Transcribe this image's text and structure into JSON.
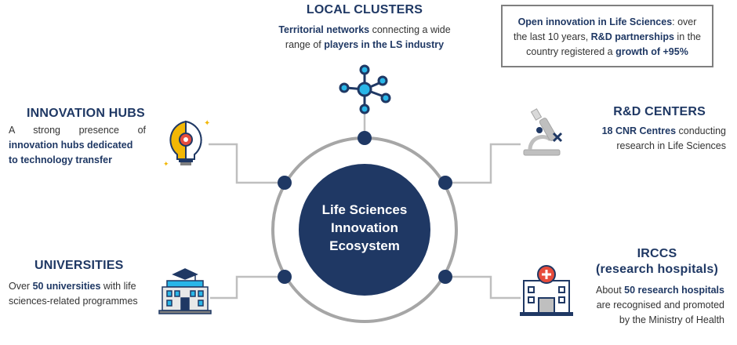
{
  "center": {
    "line1": "Life Sciences",
    "line2": "Innovation",
    "line3": "Ecosystem"
  },
  "local_clusters": {
    "title": "LOCAL CLUSTERS",
    "b1": "Territorial networks",
    "t1": " connecting a wide",
    "t2": "range of ",
    "b2": "players in the LS industry"
  },
  "innovation_hubs": {
    "title": "INNOVATION HUBS",
    "t1": "A strong presence of",
    "b1": "innovation hubs dedicated",
    "b2": "to technology transfer"
  },
  "universities": {
    "title": "UNIVERSITIES",
    "t1": "Over ",
    "b1": "50 universities",
    "t2": " with life",
    "t3": "sciences-related programmes"
  },
  "rd_centers": {
    "title": "R&D CENTERS",
    "b1": "18 CNR Centres",
    "t1": " conducting",
    "t2": "research in Life Sciences"
  },
  "irccs": {
    "title1": "IRCCS",
    "title2": "(research hospitals)",
    "t1": "About ",
    "b1": "50 research hospitals",
    "t2": "are recognised and promoted",
    "t3": "by the Ministry of Health"
  },
  "stat_box": {
    "b1": "Open innovation in Life Sciences",
    "t1": ": over",
    "t2": "the last 10 years, ",
    "b2": "R&D partnerships",
    "t3": " in the",
    "t4": "country registered a ",
    "b3": "growth of +95%"
  },
  "colors": {
    "navy": "#1f3864",
    "cyan": "#29b6e8",
    "ring": "#a6a6a6",
    "connector": "#bfbfbf",
    "box_border": "#7f7f7f"
  },
  "icons": {
    "local_clusters": "network-icon",
    "innovation_hubs": "lightbulb-gear-icon",
    "universities": "university-building-icon",
    "rd_centers": "microscope-icon",
    "irccs": "hospital-icon"
  }
}
